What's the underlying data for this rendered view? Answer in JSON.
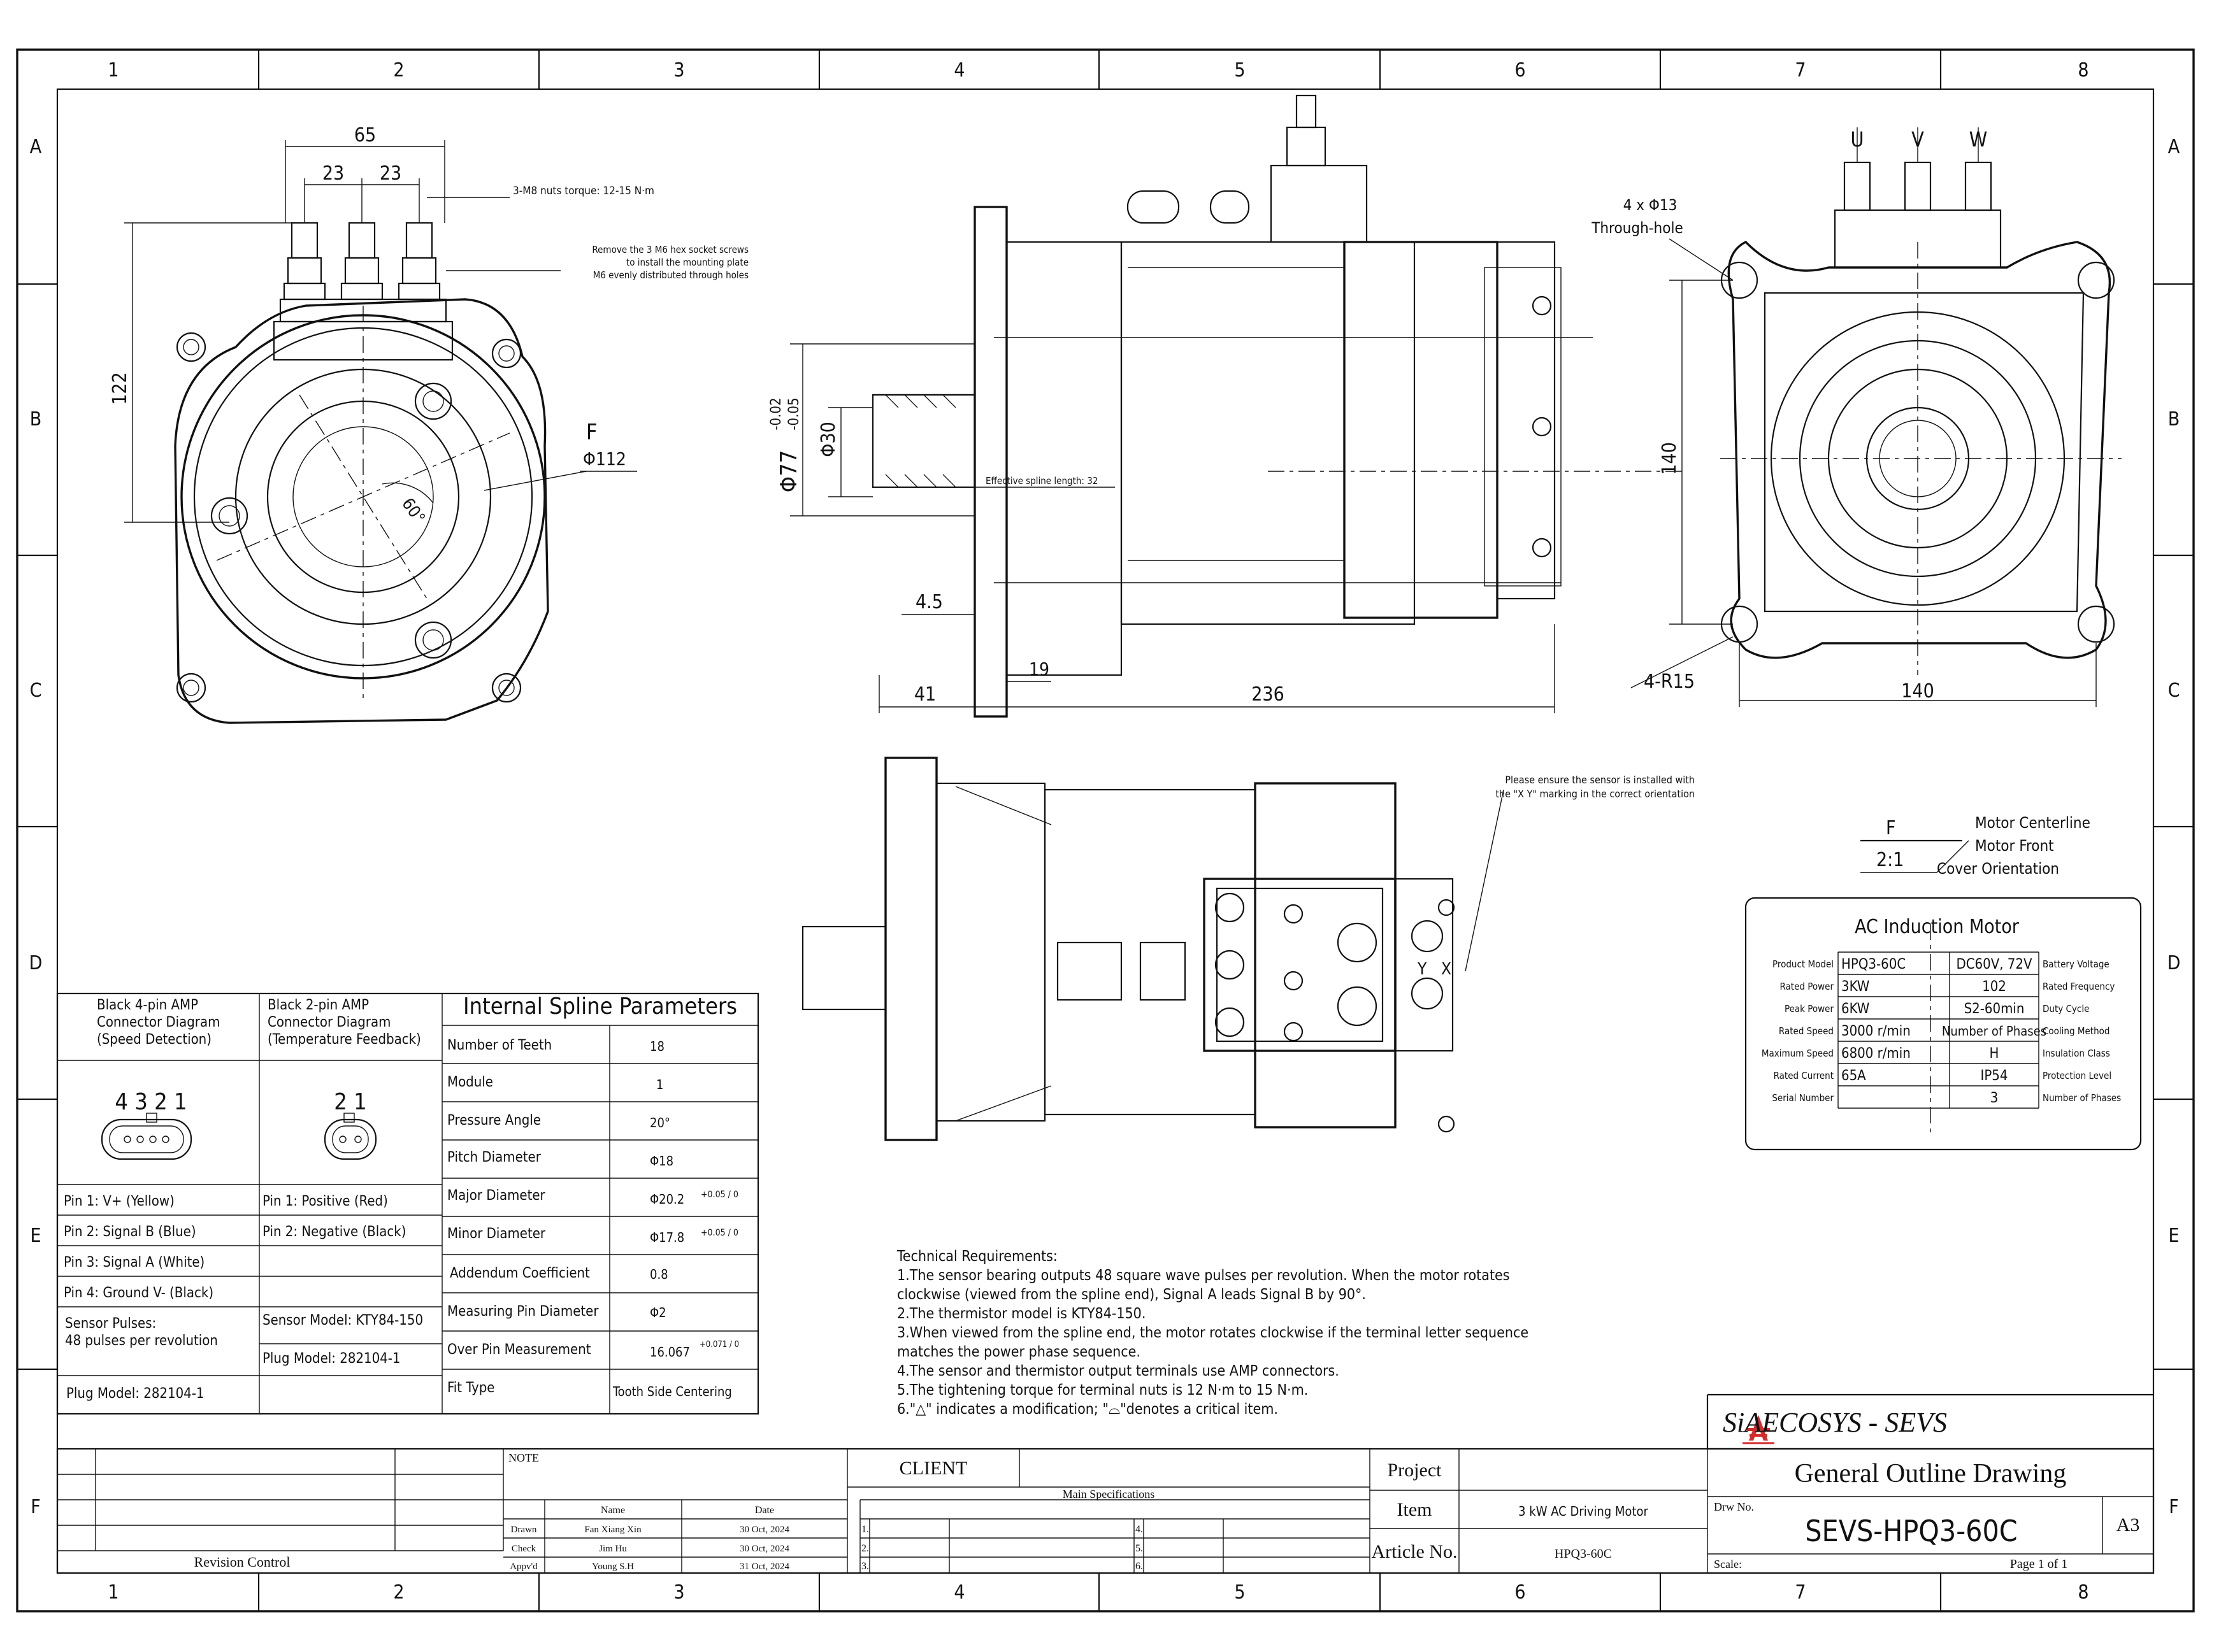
{
  "colors": {
    "ink": "#111111",
    "logo_red": "#d42a2a"
  },
  "border": {
    "cols": [
      "1",
      "2",
      "3",
      "4",
      "5",
      "6",
      "7",
      "8"
    ],
    "rows": [
      "A",
      "B",
      "C",
      "D",
      "E",
      "F"
    ]
  },
  "notes": {
    "torque_note": "3-M8 nuts torque: 12-15 N·m",
    "remove_screws_1": "Remove the 3 M6 hex socket screws",
    "remove_screws_2": "to install the mounting plate",
    "remove_screws_3": "M6 evenly distributed through holes",
    "sensor_note_1": "Please ensure the sensor is installed with",
    "sensor_note_2": "the \"X Y\" marking in the correct orientation",
    "spline_length": "Effective spline length: 32",
    "through_hole_1": "4 x Φ13",
    "through_hole_2": "Through-hole"
  },
  "dims": {
    "d65": "65",
    "d23a": "23",
    "d23b": "23",
    "d122": "122",
    "f_label": "F",
    "d112": "Φ112",
    "angle60": "60°",
    "d77": "Φ77",
    "d77_tol_top": "-0.02",
    "d77_tol_bot": "-0.05",
    "d30": "Φ30",
    "d4_5": "4.5",
    "d41": "41",
    "d19": "19",
    "d236": "236",
    "uvw_u": "U",
    "uvw_v": "V",
    "uvw_w": "W",
    "d140v": "140",
    "d140h": "140",
    "r15": "4-R15",
    "x_mark": "X",
    "y_mark": "Y"
  },
  "scale_note": {
    "f": "F",
    "ratio": "2:1",
    "label1": "Motor Centerline",
    "label2": "Motor Front",
    "label3": "Cover Orientation"
  },
  "ac_motor": {
    "title": "AC Induction Motor",
    "rows": [
      {
        "l": "Product Model",
        "v1": "HPQ3-60C",
        "v2": "DC60V, 72V",
        "r": "Battery Voltage"
      },
      {
        "l": "Rated Power",
        "v1": "3KW",
        "v2": "102",
        "r": "Rated Frequency"
      },
      {
        "l": "Peak Power",
        "v1": "6KW",
        "v2": "S2-60min",
        "r": "Duty Cycle"
      },
      {
        "l": "Rated Speed",
        "v1": "3000 r/min",
        "v2": "Number of Phases",
        "r": "Cooling Method"
      },
      {
        "l": "Maximum Speed",
        "v1": "6800 r/min",
        "v2": "H",
        "r": "Insulation Class"
      },
      {
        "l": "Rated Current",
        "v1": "65A",
        "v2": "IP54",
        "r": "Protection Level"
      },
      {
        "l": "Serial Number",
        "v1": "",
        "v2": "3",
        "r": "Number of Phases"
      }
    ]
  },
  "connectors": {
    "h4_1": "Black 4-pin AMP",
    "h4_2": "Connector Diagram",
    "h4_3": "(Speed Detection)",
    "h2_1": "Black 2-pin AMP",
    "h2_2": "Connector Diagram",
    "h2_3": "(Temperature Feedback)",
    "pins4": "4 3 2 1",
    "pins2": "2 1",
    "left_rows": [
      "Pin 1: V+ (Yellow)",
      "Pin 2: Signal B (Blue)",
      "Pin 3: Signal A (White)",
      "Pin 4: Ground V- (Black)"
    ],
    "right_rows": [
      "Pin 1: Positive (Red)",
      "Pin 2: Negative (Black)",
      "",
      ""
    ],
    "pulses_1": "Sensor Pulses:",
    "pulses_2": "48 pulses per revolution",
    "sensor_model": "Sensor Model: KTY84-150",
    "plug_model_r": "Plug Model: 282104-1",
    "plug_model_l": "Plug Model: 282104-1"
  },
  "spline": {
    "title": "Internal Spline Parameters",
    "rows": [
      {
        "k": "Number of Teeth",
        "v": "18",
        "t": ""
      },
      {
        "k": "Module",
        "v": "1",
        "t": ""
      },
      {
        "k": "Pressure Angle",
        "v": "20°",
        "t": ""
      },
      {
        "k": "Pitch Diameter",
        "v": "Φ18",
        "t": ""
      },
      {
        "k": "Major Diameter",
        "v": "Φ20.2",
        "t": "+0.05 / 0"
      },
      {
        "k": "Minor Diameter",
        "v": "Φ17.8",
        "t": "+0.05 / 0"
      },
      {
        "k": "Addendum Coefficient",
        "v": "0.8",
        "t": ""
      },
      {
        "k": "Measuring Pin Diameter",
        "v": "Φ2",
        "t": ""
      },
      {
        "k": "Over Pin Measurement",
        "v": "16.067",
        "t": "+0.071 / 0"
      },
      {
        "k": "Fit Type",
        "v": "Tooth Side Centering",
        "t": ""
      }
    ]
  },
  "tech": {
    "title": "Technical Requirements:",
    "lines": [
      "1.The sensor bearing outputs 48 square wave pulses per revolution. When the motor rotates",
      "clockwise (viewed from the spline end), Signal A leads Signal B by 90°.",
      "2.The thermistor model is KTY84-150.",
      "3.When viewed from the spline end, the motor rotates clockwise if the terminal letter sequence",
      "matches the power phase sequence.",
      "4.The sensor and thermistor output terminals use AMP connectors.",
      "5.The tightening torque for terminal nuts is 12 N·m to 15 N·m.",
      "6.\"△\" indicates a modification; \"⌓\"denotes a critical item."
    ]
  },
  "title_block": {
    "company": "SiAECOSYS - SEVS",
    "drawing_title": "General Outline Drawing",
    "drw_no_label": "Drw No.",
    "drw_no": "SEVS-HPQ3-60C",
    "size": "A3",
    "scale_label": "Scale:",
    "page": "Page 1 of 1",
    "project_label": "Project",
    "item_label": "Item",
    "item_value": "3 kW AC Driving Motor",
    "article_label": "Article No.",
    "article_value": "HPQ3-60C",
    "client_label": "CLIENT",
    "main_spec_label": "Main Specifications",
    "note_label": "NOTE",
    "name_label": "Name",
    "date_label": "Date",
    "drawn_label": "Drawn",
    "drawn_name": "Fan Xiang Xin",
    "drawn_date": "30 Oct, 2024",
    "check_label": "Check",
    "check_name": "Jim Hu",
    "check_date": "30 Oct, 2024",
    "appvd_label": "Appv'd",
    "appvd_name": "Young S.H",
    "appvd_date": "31 Oct, 2024",
    "spec_1": "1.",
    "spec_2": "2.",
    "spec_3": "3.",
    "spec_4": "4.",
    "spec_5": "5.",
    "spec_6": "6.",
    "revision_label": "Revision Control"
  }
}
